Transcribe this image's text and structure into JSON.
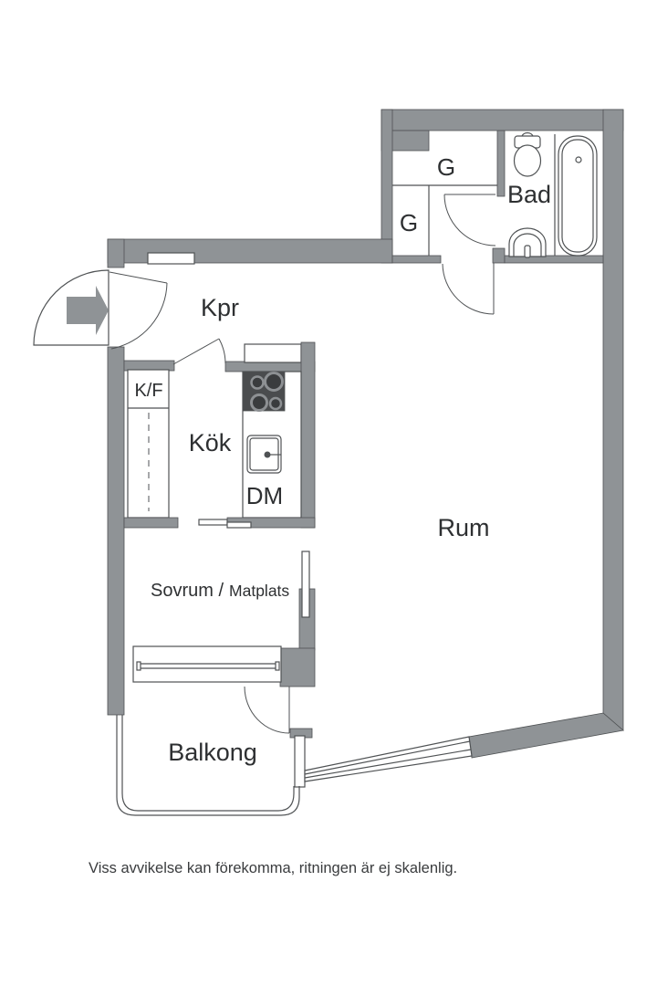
{
  "rooms": {
    "hallway": "Kpr",
    "bathroom": "Bad",
    "closet_upper": "G",
    "closet_lower": "G",
    "kitchen": "Kök",
    "living_room": "Rum",
    "bedroom": "Sovrum /",
    "dining": "Matplats",
    "balcony": "Balkong"
  },
  "appliances": {
    "fridge_freezer": "K/F",
    "dishwasher": "DM"
  },
  "footer": {
    "disclaimer": "Viss avvikelse kan förekomma, ritningen är ej skalenlig."
  },
  "colors": {
    "wall": "#8F9396",
    "line": "#4F5254",
    "text": "#2E3032",
    "stove": "#4A4C4E",
    "background": "#FFFFFF"
  }
}
